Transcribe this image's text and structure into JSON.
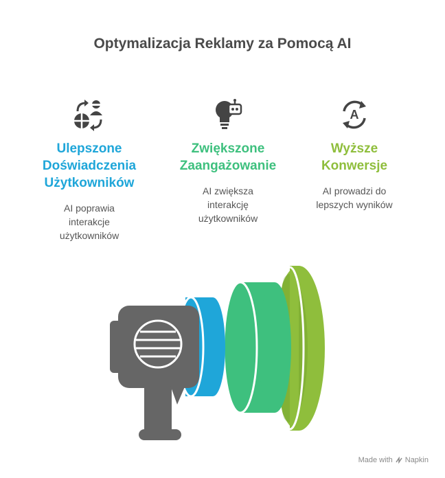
{
  "title": "Optymalizacja Reklamy za Pomocą AI",
  "columns": [
    {
      "heading_lines": [
        "Ulepszone",
        "Doświadczenia",
        "Użytkowników"
      ],
      "desc_lines": [
        "AI poprawia",
        "interakcje",
        "użytkowników"
      ],
      "color": "#1fa6d9",
      "icon": "user-exchange-icon"
    },
    {
      "heading_lines": [
        "Zwiększone",
        "Zaangażowanie"
      ],
      "desc_lines": [
        "AI zwiększa",
        "interakcję",
        "użytkowników"
      ],
      "color": "#3ec07e",
      "icon": "robot-lightbulb-icon"
    },
    {
      "heading_lines": [
        "Wyższe",
        "Konwersje"
      ],
      "desc_lines": [
        "AI prowadzi do",
        "lepszych wyników"
      ],
      "color": "#8fbe3c",
      "icon": "conversion-cycle-icon"
    }
  ],
  "colors": {
    "megaphone_body": "#666666",
    "ring_blue": "#1fa6d9",
    "ring_green": "#3ec07e",
    "ring_lime": "#8fbe3c"
  },
  "footer": {
    "made_with": "Made with",
    "brand": "Napkin"
  }
}
